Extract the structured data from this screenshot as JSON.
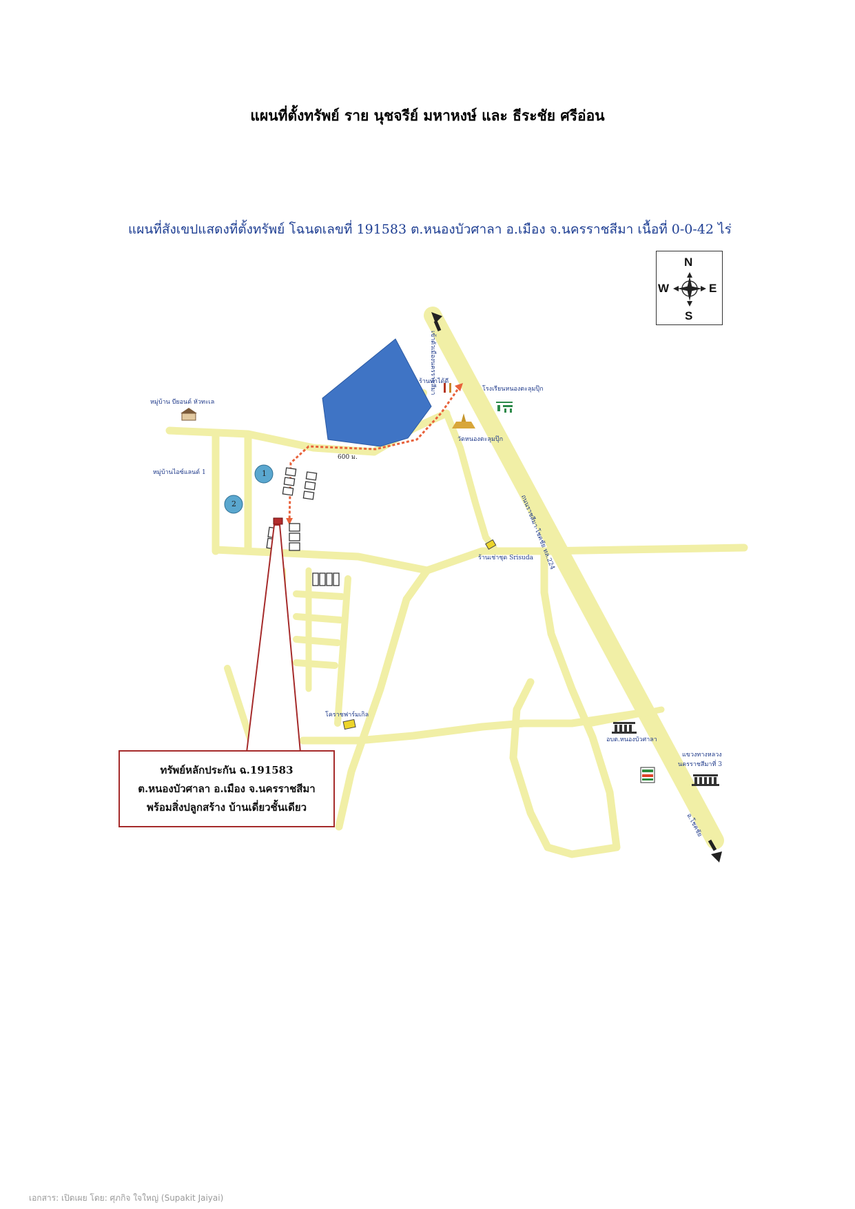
{
  "page": {
    "title": "แผนที่ตั้งทรัพย์ ราย นุชจรีย์ มหาหงษ์ และ ธีระชัย ศรีอ่อน",
    "footer": "เอกสาร: เปิดเผย โดย: ศุภกิจ ใจใหญ่ (Supakit Jaiyai)"
  },
  "map": {
    "title": "แผนที่สังเขปแสดงที่ตั้งทรัพย์ โฉนดเลขที่ 191583 ต.หนองบัวศาลา อ.เมือง จ.นครราชสีมา เนื้อที่ 0-0-42 ไร่",
    "compass": {
      "n": "N",
      "s": "S",
      "e": "E",
      "w": "W"
    },
    "labels": {
      "village_top": "หมู่บ้าน บียอนด์ หัวทะเล",
      "village_island": "หมู่บ้านไอซ์แลนด์ 1",
      "distance": "600 ม.",
      "road_to_city": "เข้าตัวเมืองนครราชสีมา",
      "shop_top": "ร้านทำได้ดี",
      "school": "โรงเรียนหนองตะลุมปุ๊ก",
      "temple": "วัดหนองตะลุมปุ๊ก",
      "main_road": "ถนนราชสีมา-โชคชัย ทล.224",
      "shop_srisuda": "ร้านเช่าชุด Srisuda",
      "korat_farm": "โคราชฟาร์มเกิล",
      "tambon_office": "อบต.หนองบัวศาลา",
      "highway_office_line1": "แขวงทางหลวง",
      "highway_office_line2": "นครราชสีมาที่ 3",
      "to_chokchai": "อ.โชคชัย",
      "marker_1": "1",
      "marker_2": "2"
    },
    "callout": {
      "line1": "ทรัพย์หลักประกัน ฉ.191583",
      "line2": "ต.หนองบัวศาลา อ.เมือง จ.นครราชสีมา",
      "line3": "พร้อมสิ่งปลูกสร้าง บ้านเดี่ยวชั้นเดียว"
    },
    "colors": {
      "road": "#f1efa6",
      "water": "#3f74c5",
      "pin": "#a52a2a",
      "marker": "#5aa7cf",
      "route": "#e8613a"
    },
    "icons": [
      "house-icon",
      "school-icon",
      "temple-icon",
      "food-icon",
      "shop-icon",
      "government-building-icon",
      "seven-eleven-icon",
      "compass-rose-icon",
      "arrow-north-icon",
      "arrow-south-icon"
    ]
  }
}
